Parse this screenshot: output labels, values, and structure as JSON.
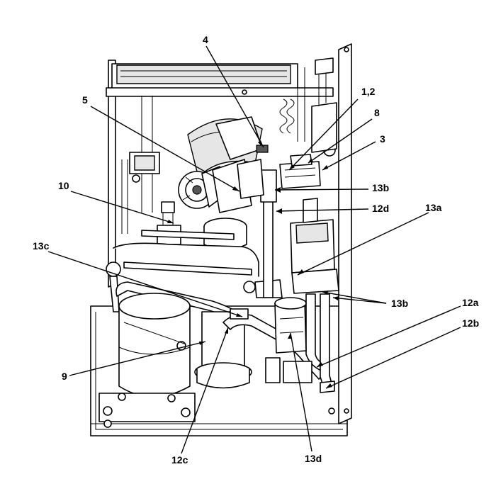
{
  "callouts": [
    {
      "id": "c-4",
      "label": "4"
    },
    {
      "id": "c-1-2",
      "label": "1,2"
    },
    {
      "id": "c-8",
      "label": "8"
    },
    {
      "id": "c-5",
      "label": "5"
    },
    {
      "id": "c-3",
      "label": "3"
    },
    {
      "id": "c-10",
      "label": "10"
    },
    {
      "id": "c-13b-top",
      "label": "13b"
    },
    {
      "id": "c-12d",
      "label": "12d"
    },
    {
      "id": "c-13a",
      "label": "13a"
    },
    {
      "id": "c-13c",
      "label": "13c"
    },
    {
      "id": "c-13b-right",
      "label": "13b"
    },
    {
      "id": "c-12a",
      "label": "12a"
    },
    {
      "id": "c-12b",
      "label": "12b"
    },
    {
      "id": "c-9",
      "label": "9"
    },
    {
      "id": "c-12c",
      "label": "12c"
    },
    {
      "id": "c-13d",
      "label": "13d"
    }
  ]
}
